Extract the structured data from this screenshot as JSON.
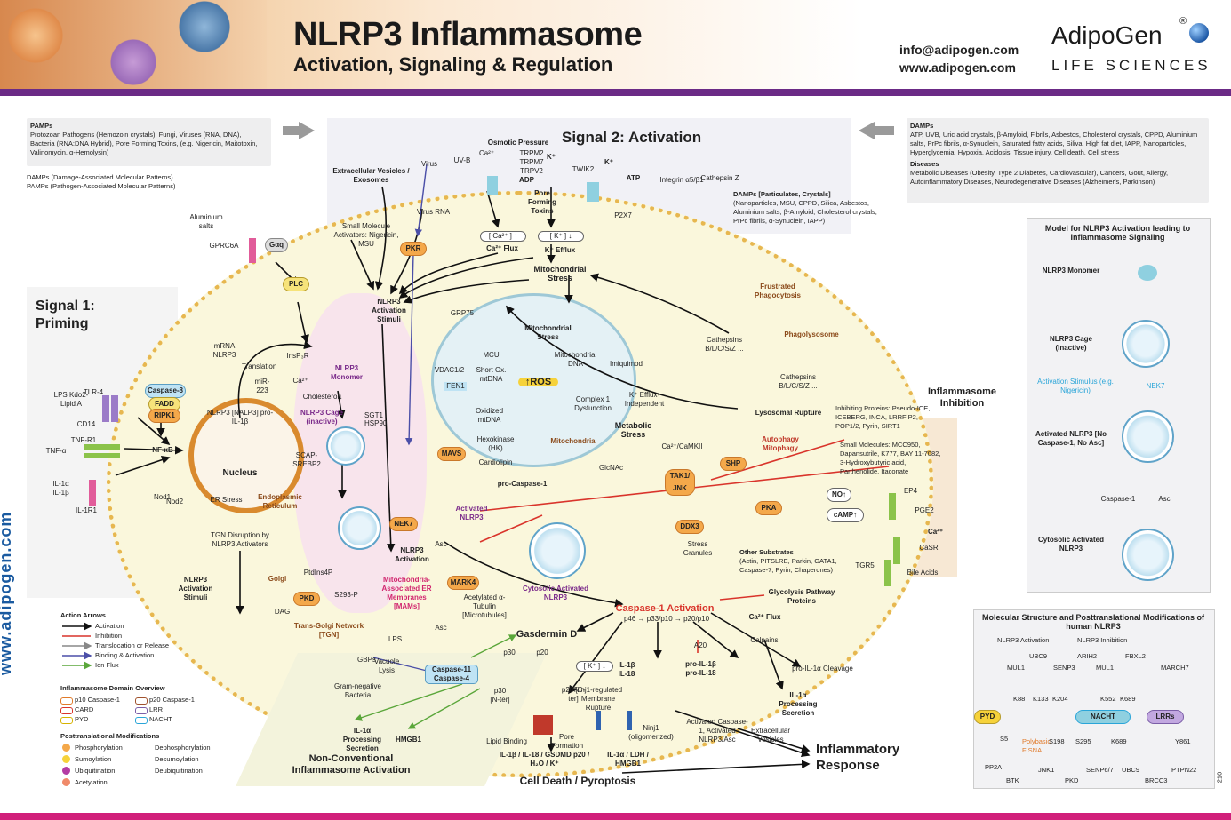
{
  "header": {
    "title": "NLRP3 Inflammasome",
    "subtitle": "Activation, Signaling & Regulation",
    "email": "info@adipogen.com",
    "website": "www.adipogen.com",
    "logo": "AdipoGen",
    "logo_sub": "LIFE SCIENCES",
    "reg": "®"
  },
  "side_url": "www.adipogen.com",
  "pamps": {
    "title": "PAMPs",
    "text": "Protozoan Pathogens (Hemozoin crystals), Fungi, Viruses (RNA, DNA), Bacteria (RNA:DNA Hybrid), Pore Forming Toxins, (e.g. Nigericin, Maitotoxin, Valinomycin, α-Hemolysin)",
    "def1": "DAMPs (Damage-Associated Molecular Patterns)",
    "def2": "PAMPs (Pathogen-Associated Molecular Patterns)"
  },
  "damps": {
    "title": "DAMPs",
    "text": "ATP, UVB, Uric acid crystals, β-Amyloid, Fibrils, Asbestos, Cholesterol crystals, CPPD, Aluminium salts, PrPc fibrils, α-Synuclein, Saturated fatty acids, Siliva, High fat diet, IAPP, Nanoparticles, Hyperglycemia, Hypoxia, Acidosis, Tissue injury, Cell death, Cell stress",
    "diseases_title": "Diseases",
    "diseases_text": "Metabolic Diseases (Obesity, Type 2 Diabetes, Cardiovascular), Cancers, Gout, Allergy, Autoinflammatory Diseases, Neurodegenerative Diseases (Alzheimer's, Parkinson)"
  },
  "signal2": "Signal 2: Activation",
  "signal1": "Signal 1: Priming",
  "labels": {
    "osmotic": "Osmotic Pressure",
    "trpm": "TRPM2\nTRPM7\nTRPV2",
    "ca_up": "Ca²⁺",
    "k_plus": "K⁺",
    "twik2": "TWIK2",
    "atp": "ATP",
    "p2x7": "P2X7",
    "adp": "ADP",
    "pore_toxins": "Pore Forming Toxins",
    "integrin": "Integrin α5/β1",
    "cathepsin_z": "Cathepsin Z",
    "damps_part": "DAMPs [Particulates, Crystals]",
    "damps_part_text": "(Nanoparticles, MSU, CPPD, Silica, Asbestos, Aluminium salts, β-Amyloid, Cholesterol crystals, PrPc fibrils, α-Synuclein, IAPP)",
    "virus": "Virus",
    "uvb": "UV-B",
    "ev": "Extracellular Vesicles / Exosomes",
    "virus_rna": "Virus RNA",
    "pkr": "PKR",
    "small_mol": "Small Molecule Activators: Nigericin, MSU",
    "ca_flux": "Ca²⁺ Flux",
    "ca_box": "[ Ca²⁺ ] ↑",
    "k_box": "[ K⁺ ] ↓",
    "k_efflux": "K⁺ Efflux",
    "mito_stress": "Mitochondrial Stress",
    "frustrated": "Frustrated Phagocytosis",
    "phagolysosome": "Phagolysosome",
    "cathepsins": "Cathepsins B/L/C/S/Z ...",
    "lyso_rupture": "Lysosomal Rupture",
    "inflam_inhib": "Inflammasome Inhibition",
    "inhib_proteins": "Inhibiting Proteins: Pseudo-ICE, ICEBERG, INCA, LRRFIP2, POP1/2, Pyrin, SIRT1",
    "small_molecules": "Small Molecules: MCC950, Dapansutrile, K777, BAY 11-7082, 3-Hydroxybutyric acid, Parthenolide, Itaconate",
    "aluminium": "Aluminium salts",
    "gprc6a": "GPRC6A",
    "gaq": "Gαq",
    "plc": "PLC",
    "nlrp3_stimuli": "NLRP3 Activation Stimuli",
    "grp75": "GRP75",
    "vdac": "VDAC1/2",
    "mcu": "MCU",
    "mito_stress2": "Mitochondrial Stress",
    "ros": "↑ROS",
    "fen1": "FEN1",
    "short_ox": "Short Ox. mtDNA",
    "oxidized": "Oxidized mtDNA",
    "mito_dna": "Mitochondrial DNA",
    "hexokinase": "Hexokinase (HK)",
    "mitochondria": "Mitochondria",
    "mavs": "MAVS",
    "cardiolipin": "Cardiolipin",
    "pro_casp1": "pro-Caspase-1",
    "imiquimod": "Imiquimod",
    "complex1": "Complex 1 Dysfunction",
    "k_indep": "K⁺ Efflux-Independent",
    "metabolic": "Metabolic Stress",
    "glcnac": "GlcNAc",
    "camkii": "Ca²⁺/CaMKII",
    "tak1": "TAK1/ JNK",
    "shp": "SHP",
    "autophagy": "Autophagy Mitophagy",
    "no": "NO↑",
    "camp": "cAMP↑",
    "pka": "PKA",
    "ep4": "EP4",
    "pge2": "PGE2",
    "ca2": "Ca²⁺",
    "casr": "CaSR",
    "tgr5": "TGR5",
    "bile": "Bile Acids",
    "ddx3": "DDX3",
    "stress_gran": "Stress Granules",
    "other_sub": "Other Substrates",
    "other_sub_text": "(Actin, PITSLRE, Parkin, GATA1, Caspase-7, Pyrin, Chaperones)",
    "glycolysis": "Glycolysis Pathway Proteins",
    "lps": "LPS Kdo2-Lipid A",
    "tlr4": "TLR-4",
    "cd14": "CD14",
    "tnfa": "TNF-α",
    "tnfr1": "TNF-R1",
    "il1": "IL-1α IL-1β",
    "il1r1": "IL-1R1",
    "casp8": "Caspase-8",
    "fadd": "FADD",
    "ripk1": "RIPK1",
    "nfkb": "NF-κB",
    "nod1": "Nod1",
    "nod2": "Nod2",
    "mrna": "mRNA NLRP3",
    "translation": "Translation",
    "mir223": "miR-223",
    "insp3r": "InsP₃R",
    "ca_er": "Ca²⁺",
    "cholesterol": "Cholesterol↓",
    "nlrp3_gene": "NLRP3 [NALP3] pro-IL-1β",
    "nucleus": "Nucleus",
    "nlrp3_mono": "NLRP3 Monomer",
    "nlrp3_cage": "NLRP3 Cage (inactive)",
    "sgt1": "SGT1",
    "hsp90": "HSP90",
    "scap": "SCAP-SREBP2",
    "er": "Endoplasmic Reticulum",
    "er_stress": "ER Stress",
    "activated_nlrp3": "Activated NLRP3",
    "nek7": "NEK7",
    "nlrp3_activation": "NLRP3 Activation",
    "asc": "Asc",
    "mark4": "MARK4",
    "acetyl": "Acetylated α-Tubulin [Microtubules]",
    "mam": "Mitochondria-Associated ER Membranes [MAMs]",
    "tgn_disrupt": "TGN Disruption by NLRP3 Activators",
    "stimuli": "NLRP3 Activation Stimuli",
    "golgi": "Golgi",
    "ptdins": "PtdIns4P",
    "pkd": "PKD",
    "dag": "DAG",
    "s293": "S293-P",
    "tgn": "Trans-Golgi Network [TGN]",
    "cyto_nlrp3": "Cytosolic Activated NLRP3",
    "casp1_act": "Caspase-1 Activation",
    "p46": "p46 → p33/p10 → p20/p10",
    "gasdermin": "Gasdermin D",
    "p30": "p30",
    "p20": "p20",
    "p20c": "p20 [C-ter]",
    "p30n": "p30 [N-ter]",
    "k_box2": "[ K⁺ ] ↓",
    "il1_il18": "IL-1β IL-18",
    "a20": "A20",
    "pro_il": "pro-IL-1β pro-IL-18",
    "ca_flux2": "Ca²⁺ Flux",
    "calpains": "Calpains",
    "pro_il1a": "pro-IL-1α Cleavage",
    "il1a_proc": "IL-1α Processing Secretion",
    "ninj1_mem": "Ninj1-regulated Membrane Rupture",
    "ninj1": "Ninj1 (oligomerized)",
    "act_casp": "Activated Caspase-1, Activated NLRP3/Asc",
    "ev2": "Extracellular Vesicles",
    "lipid": "Lipid Binding",
    "pore": "Pore Formation",
    "release1": "IL-1β / IL-18 / GSDMD p20 / H₂O / K⁺",
    "release2": "IL-1α / LDH / HMGB1",
    "pyroptosis": "Cell Death / Pyroptosis",
    "inflam_resp": "Inflammatory Response",
    "lps2": "LPS",
    "gbps": "GBPs",
    "vacuole": "Vacuole Lysis",
    "gram": "Gram-negative Bacteria",
    "casp11": "Caspase-11 Caspase-4",
    "il1a_sec": "IL-1α Processing Secretion",
    "hmgb1": "HMGB1",
    "noncanon": "Non-Conventional Inflammasome Activation"
  },
  "legend": {
    "action_title": "Action Arrows",
    "actions": [
      "Activation",
      "Inhibition",
      "Translocation or Release",
      "Binding & Activation",
      "Ion Flux"
    ],
    "domain_title": "Inflammasome Domain Overview",
    "domains": [
      "p10 Caspase-1",
      "p20 Caspase-1",
      "CARD",
      "LRR",
      "PYD",
      "NACHT"
    ],
    "ptm_title": "Posttranslational Modifications",
    "ptms": [
      "Phosphorylation",
      "Dephosphorylation",
      "Sumoylation",
      "Desumoylation",
      "Ubiquitination",
      "Deubiquitination",
      "Acetylation"
    ]
  },
  "model": {
    "title": "Model for NLRP3 Activation leading to Inflammasome Signaling",
    "monomer": "NLRP3 Monomer",
    "cage": "NLRP3 Cage (Inactive)",
    "stimulus": "Activation Stimulus (e.g. Nigericin)",
    "nek7": "NEK7",
    "activated": "Activated NLRP3 [No Caspase-1, No Asc]",
    "casp1": "Caspase-1",
    "asc": "Asc",
    "cytosolic": "Cytosolic Activated NLRP3"
  },
  "molecular": {
    "title": "Molecular Structure and Posttranslational Modifications of human NLRP3",
    "leg_act": "NLRP3 Activation",
    "leg_inh": "NLRP3 Inhibition",
    "top": [
      "MUL1",
      "UBC9",
      "SENP3",
      "ARIH2",
      "MUL1",
      "FBXL2",
      "MARCH7"
    ],
    "domains": [
      "PYD",
      "NACHT",
      "LRRs"
    ],
    "sites": [
      "K88",
      "K133",
      "K204",
      "K552",
      "K689",
      "S5",
      "S198",
      "S295",
      "K689",
      "Y861"
    ],
    "bottom": [
      "PP2A",
      "BTK",
      "JNK1",
      "PKD",
      "SENP6/7",
      "UBC9",
      "BRCC3",
      "PTPN22"
    ],
    "poly": "Polybasic",
    "fish": "FISNA"
  },
  "code": "210",
  "colors": {
    "purple": "#6b2a86",
    "magenta": "#d11f7a",
    "orange": "#f4a84a",
    "cell_border": "#e7b74f",
    "blue": "#1a5aa0",
    "red": "#d9342b"
  }
}
